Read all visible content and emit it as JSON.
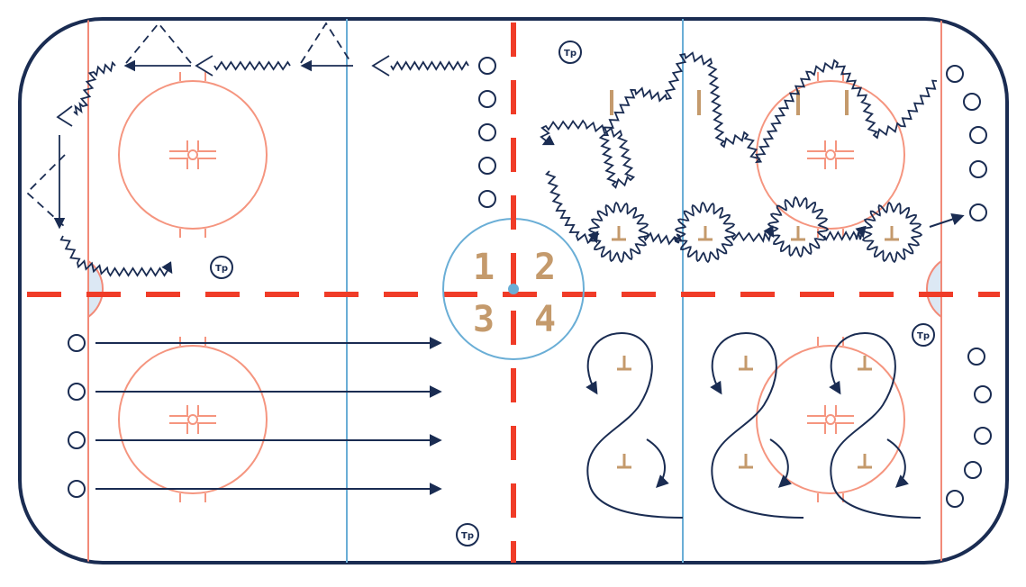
{
  "colors": {
    "board": "#1a2c52",
    "blue_line": "#6aaed6",
    "red_line": "#f03c28",
    "goal_line": "#f28a78",
    "faceoff": "#f5957f",
    "marker": "#c49a6c",
    "crease_fill": "#dce8f4",
    "path": "#1a2c52"
  },
  "zone_labels": [
    "1",
    "2",
    "3",
    "4"
  ],
  "coach_label": "Tp",
  "icons": [
    "player-circle-icon",
    "pylon-icon",
    "coach-icon",
    "faceoff-circle-icon",
    "faceoff-dot-icon",
    "arrow-icon",
    "skating-path-icon"
  ]
}
